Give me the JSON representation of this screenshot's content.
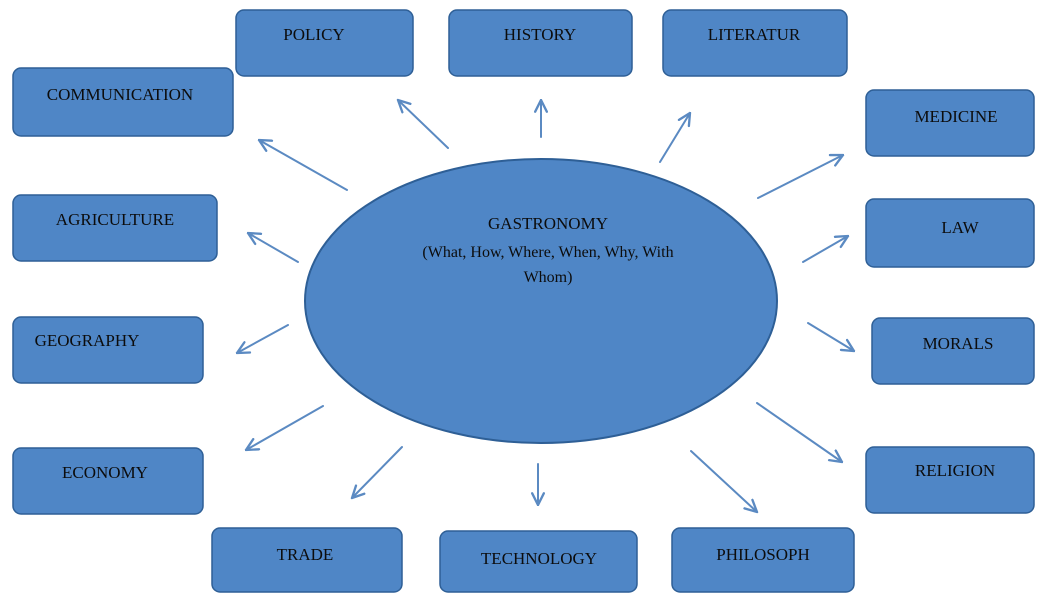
{
  "center": {
    "title": "GASTRONOMY",
    "subtitle_line1": "(What, How, Where, When, Why, With",
    "subtitle_line2": "Whom)"
  },
  "nodes": [
    {
      "id": "policy",
      "label": "POLICY"
    },
    {
      "id": "history",
      "label": "HISTORY"
    },
    {
      "id": "literatur",
      "label": "LITERATUR"
    },
    {
      "id": "communication",
      "label": "COMMUNICATION"
    },
    {
      "id": "medicine",
      "label": "MEDICINE"
    },
    {
      "id": "agriculture",
      "label": "AGRICULTURE"
    },
    {
      "id": "law",
      "label": "LAW"
    },
    {
      "id": "geography",
      "label": "GEOGRAPHY"
    },
    {
      "id": "morals",
      "label": "MORALS"
    },
    {
      "id": "economy",
      "label": "ECONOMY"
    },
    {
      "id": "religion",
      "label": "RELIGION"
    },
    {
      "id": "trade",
      "label": "TRADE"
    },
    {
      "id": "technology",
      "label": "TECHNOLOGY"
    },
    {
      "id": "philosoph",
      "label": "PHILOSOPH"
    }
  ],
  "colors": {
    "box_fill": "#4f86c6",
    "box_stroke": "#2e5f96",
    "arrow": "#5b8ac2"
  }
}
